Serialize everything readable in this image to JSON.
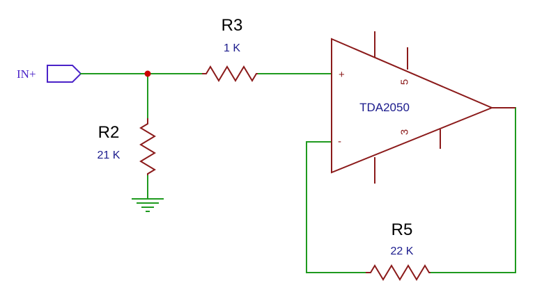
{
  "input_port": {
    "label": "IN+"
  },
  "amplifier": {
    "name": "TDA2050",
    "pin_plus": "+",
    "pin_minus": "-",
    "pin_top": "5",
    "pin_bottom": "3"
  },
  "resistors": {
    "r2": {
      "ref": "R2",
      "value": "21 K"
    },
    "r3": {
      "ref": "R3",
      "value": "1 K"
    },
    "r5": {
      "ref": "R5",
      "value": "22 K"
    }
  },
  "colors": {
    "wire": "#1e9a1e",
    "component": "#8b1a1a",
    "port": "#4a22c8",
    "junction": "#cc0000",
    "value_text": "#1a1a8c"
  }
}
